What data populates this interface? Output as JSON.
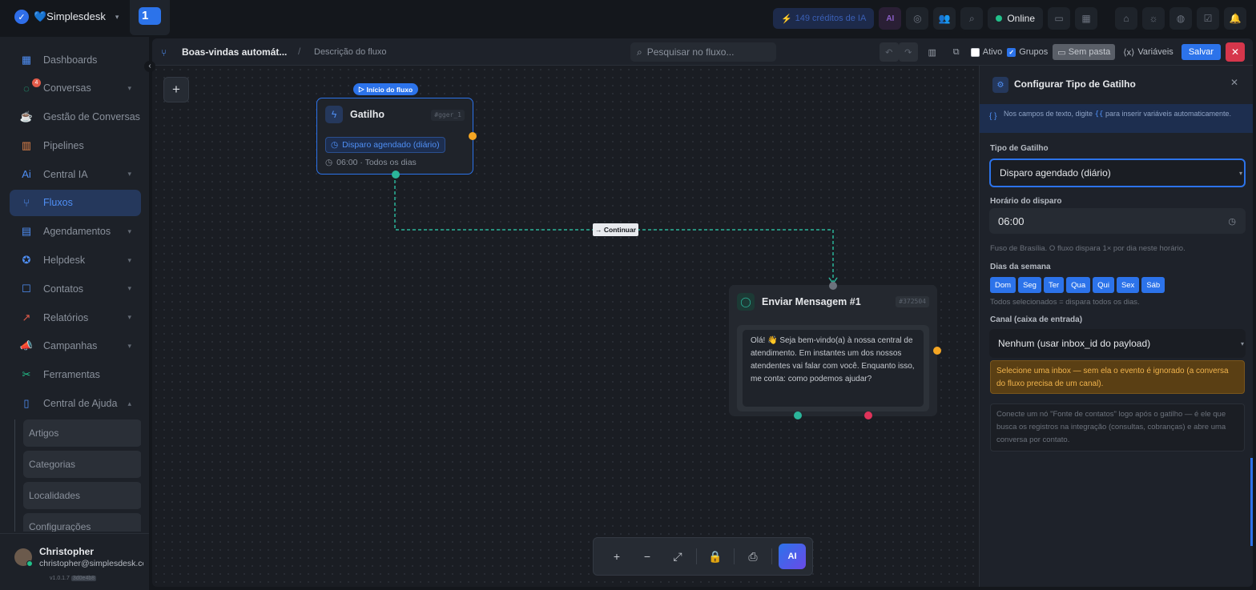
{
  "app": {
    "workspace": "💙Simplesdesk",
    "workspace_tab": "1"
  },
  "topbar": {
    "credits": "149 créditos de IA",
    "ai_label": "AI",
    "status": "Online"
  },
  "sidebar": {
    "items": [
      {
        "label": "Dashboards",
        "icon": "grid-icon"
      },
      {
        "label": "Conversas",
        "icon": "chat-icon",
        "badge": "4",
        "chevron": true
      },
      {
        "label": "Gestão de Conversas",
        "icon": "coffee-icon"
      },
      {
        "label": "Pipelines",
        "icon": "kanban-icon"
      },
      {
        "label": "Central IA",
        "icon": "ai-icon",
        "chevron": true
      },
      {
        "label": "Fluxos",
        "icon": "flow-icon",
        "active": true
      },
      {
        "label": "Agendamentos",
        "icon": "calendar-icon",
        "chevron": true
      },
      {
        "label": "Helpdesk",
        "icon": "star-icon",
        "chevron": true
      },
      {
        "label": "Contatos",
        "icon": "contacts-icon",
        "chevron": true
      },
      {
        "label": "Relatórios",
        "icon": "chart-icon",
        "chevron": true
      },
      {
        "label": "Campanhas",
        "icon": "megaphone-icon",
        "chevron": true
      },
      {
        "label": "Ferramentas",
        "icon": "tools-icon"
      },
      {
        "label": "Central de Ajuda",
        "icon": "book-icon",
        "chevron": true
      }
    ],
    "sub_items": [
      "Artigos",
      "Categorias",
      "Localidades",
      "Configurações"
    ],
    "user": {
      "name": "Christopher",
      "email": "christopher@simplesdesk.com",
      "version": "v1.0.1.7",
      "build": "3d0e4b8"
    }
  },
  "flowbar": {
    "title": "Boas-vindas automát...",
    "separator": "/",
    "description": "Descrição do fluxo",
    "search_placeholder": "Pesquisar no fluxo...",
    "active_label": "Ativo",
    "groups_label": "Grupos",
    "folder_label": "Sem pasta",
    "variables_label": "Variáveis",
    "save_label": "Salvar"
  },
  "canvas": {
    "start_badge": "Início do fluxo",
    "trigger_node": {
      "title": "Gatilho",
      "id": "#gger_1",
      "pill": "Disparo agendado (diário)",
      "time": "06:00 · Todos os dias"
    },
    "edge_label": "→ Continuar",
    "message_node": {
      "title": "Enviar Mensagem #1",
      "id": "#372504",
      "text": "Olá! 👋 Seja bem-vindo(a) à nossa central de atendimento. Em instantes um dos nossos atendentes vai falar com você. Enquanto isso, me conta: como podemos ajudar?"
    },
    "toolbar_ai": "AI"
  },
  "panel": {
    "title": "Configurar Tipo de Gatilho",
    "hint_prefix": "Nos campos de texto, digite",
    "hint_code": "{{",
    "hint_suffix": "para inserir variáveis automaticamente.",
    "trigger_type_label": "Tipo de Gatilho",
    "trigger_type_value": "Disparo agendado (diário)",
    "time_label": "Horário do disparo",
    "time_value": "06:00",
    "time_note": "Fuso de Brasília. O fluxo dispara 1× por dia neste horário.",
    "days_label": "Dias da semana",
    "days": [
      "Dom",
      "Seg",
      "Ter",
      "Qua",
      "Qui",
      "Sex",
      "Sáb"
    ],
    "days_note": "Todos selecionados = dispara todos os dias.",
    "channel_label": "Canal (caixa de entrada)",
    "channel_value": "Nenhum (usar inbox_id do payload)",
    "warning": "Selecione uma inbox — sem ela o evento é ignorado (a conversa do fluxo precisa de um canal).",
    "info": "Conecte um nó \"Fonte de contatos\" logo após o gatilho — é ele que busca os registros na integração (consultas, cobranças) e abre uma conversa por contato."
  },
  "colors": {
    "accent": "#2c73ea",
    "success": "#22c08a",
    "warning": "#f0b34c",
    "danger": "#d6364b",
    "teal": "#2bb59a",
    "orange": "#f5a623",
    "pink": "#e0335a"
  }
}
